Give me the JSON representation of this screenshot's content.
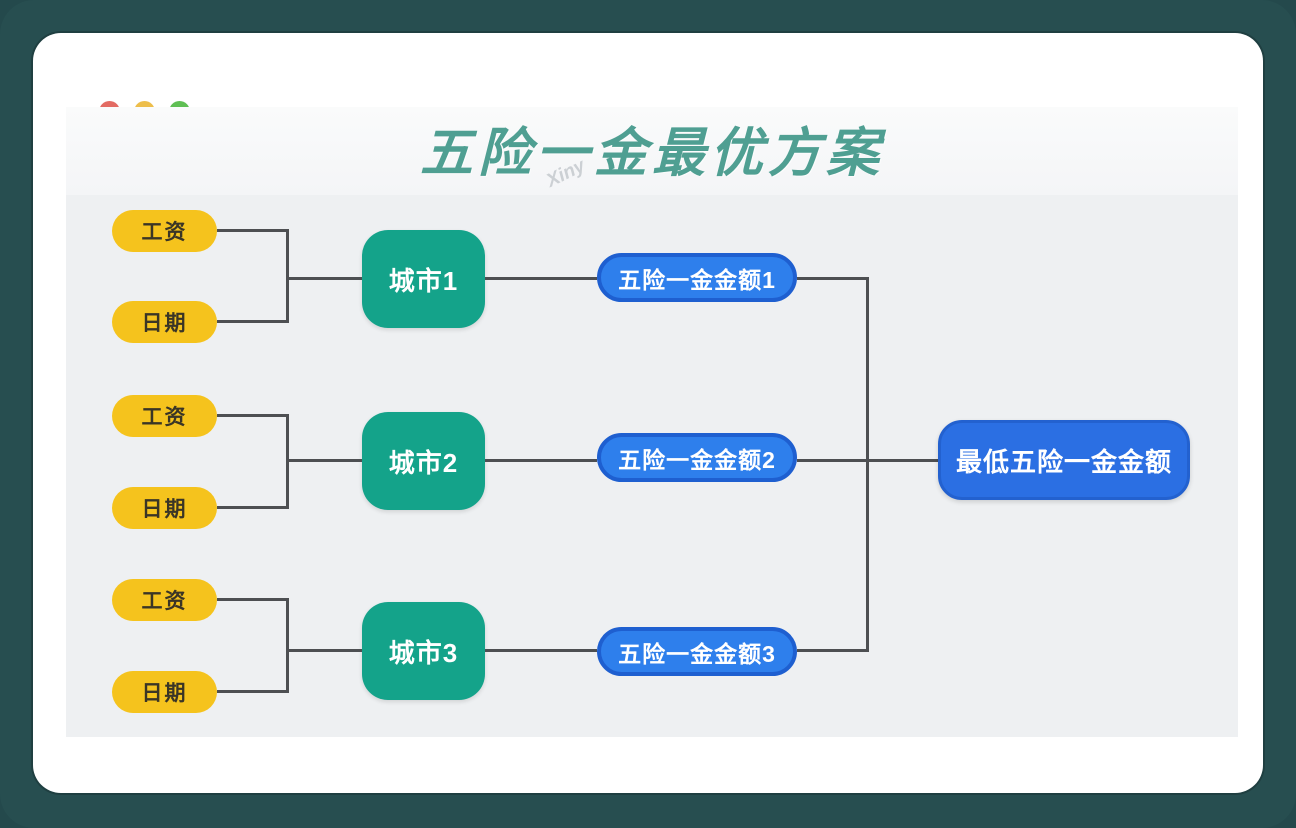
{
  "window": {
    "traffic_lights": [
      {
        "name": "close",
        "color": "#e36b63"
      },
      {
        "name": "minimize",
        "color": "#edbe4b"
      },
      {
        "name": "maximize",
        "color": "#5fbf54"
      }
    ]
  },
  "title": {
    "text": "五险一金最优方案",
    "color": "#4f9f92"
  },
  "watermark": {
    "text": "Xiny"
  },
  "diagram": {
    "rows": [
      {
        "inputs": [
          {
            "label": "工资"
          },
          {
            "label": "日期"
          }
        ],
        "city": {
          "label": "城市1"
        },
        "output": {
          "label": "五险一金金额1"
        }
      },
      {
        "inputs": [
          {
            "label": "工资"
          },
          {
            "label": "日期"
          }
        ],
        "city": {
          "label": "城市2"
        },
        "output": {
          "label": "五险一金金额2"
        }
      },
      {
        "inputs": [
          {
            "label": "工资"
          },
          {
            "label": "日期"
          }
        ],
        "city": {
          "label": "城市3"
        },
        "output": {
          "label": "五险一金金额3"
        }
      }
    ],
    "result": {
      "label": "最低五险一金金额"
    },
    "colors": {
      "input_node": "#f5c31d",
      "city_node": "#14a38a",
      "output_node": "#2e7fec",
      "output_node_border": "#1e5fd0",
      "result_node": "#2b6fe3",
      "connector_line": "#4d4f52",
      "title_text": "#4f9f92",
      "panel_background": "#eef0f2"
    }
  }
}
